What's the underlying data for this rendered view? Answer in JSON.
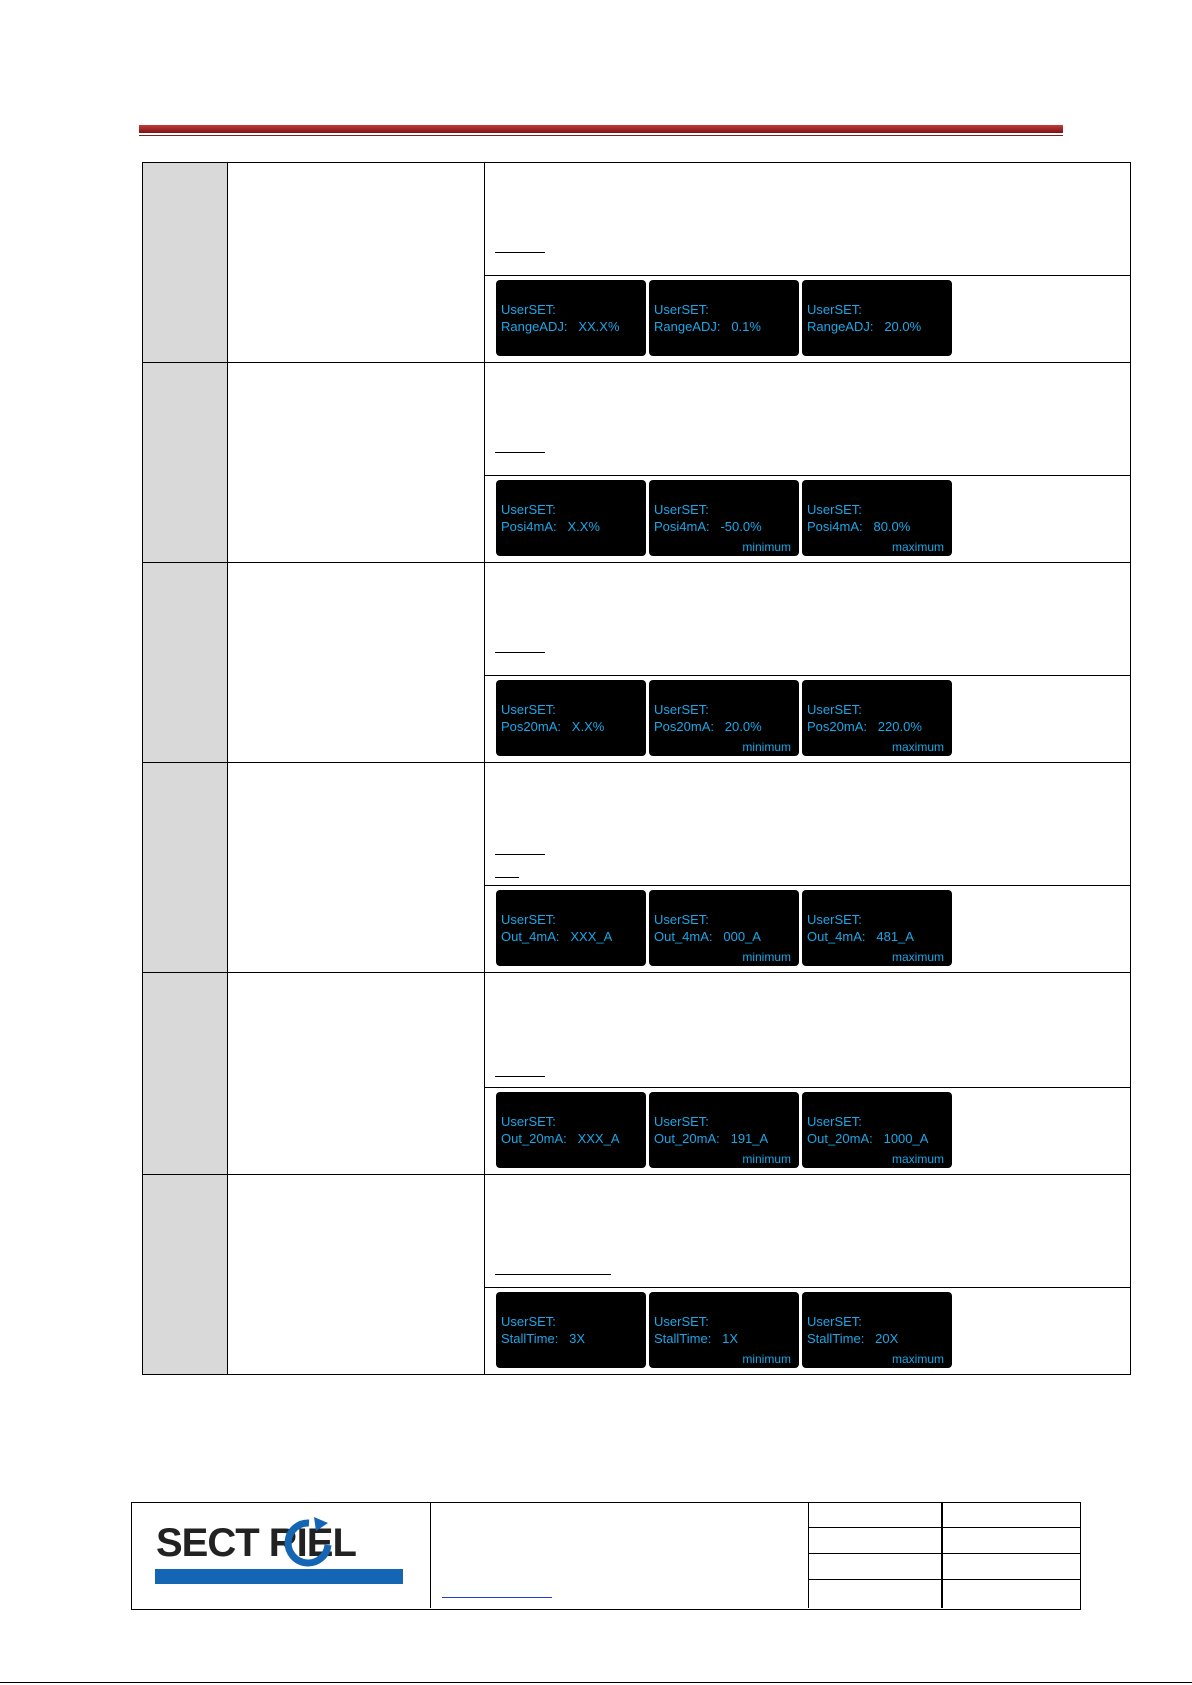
{
  "rows": [
    {
      "screens": [
        {
          "l1": "UserSET:",
          "l2": "RangeADJ:   XX.X%",
          "tag": ""
        },
        {
          "l1": "UserSET:",
          "l2": "RangeADJ:   0.1%",
          "tag": ""
        },
        {
          "l1": "UserSET:",
          "l2": "RangeADJ:   20.0%",
          "tag": ""
        }
      ]
    },
    {
      "screens": [
        {
          "l1": "UserSET:",
          "l2": "Posi4mA:   X.X%",
          "tag": ""
        },
        {
          "l1": "UserSET:",
          "l2": "Posi4mA:   -50.0%",
          "tag": "minimum"
        },
        {
          "l1": "UserSET:",
          "l2": "Posi4mA:   80.0%",
          "tag": "maximum"
        }
      ]
    },
    {
      "screens": [
        {
          "l1": "UserSET:",
          "l2": "Pos20mA:   X.X%",
          "tag": ""
        },
        {
          "l1": "UserSET:",
          "l2": "Pos20mA:   20.0%",
          "tag": "minimum"
        },
        {
          "l1": "UserSET:",
          "l2": "Pos20mA:   220.0%",
          "tag": "maximum"
        }
      ]
    },
    {
      "screens": [
        {
          "l1": "UserSET:",
          "l2": "Out_4mA:   XXX_A",
          "tag": ""
        },
        {
          "l1": "UserSET:",
          "l2": "Out_4mA:   000_A",
          "tag": "minimum"
        },
        {
          "l1": "UserSET:",
          "l2": "Out_4mA:   481_A",
          "tag": "maximum"
        }
      ]
    },
    {
      "screens": [
        {
          "l1": "UserSET:",
          "l2": "Out_20mA:   XXX_A",
          "tag": ""
        },
        {
          "l1": "UserSET:",
          "l2": "Out_20mA:   191_A",
          "tag": "minimum"
        },
        {
          "l1": "UserSET:",
          "l2": "Out_20mA:   1000_A",
          "tag": "maximum"
        }
      ]
    },
    {
      "screens": [
        {
          "l1": "UserSET:",
          "l2": "StallTime:   3X",
          "tag": ""
        },
        {
          "l1": "UserSET:",
          "l2": "StallTime:   1X",
          "tag": "minimum"
        },
        {
          "l1": "UserSET:",
          "l2": "StallTime:   20X",
          "tag": "maximum"
        }
      ]
    }
  ],
  "footer": {
    "logo_text": "SECT RIEL",
    "brand_color": "#1466b4"
  }
}
